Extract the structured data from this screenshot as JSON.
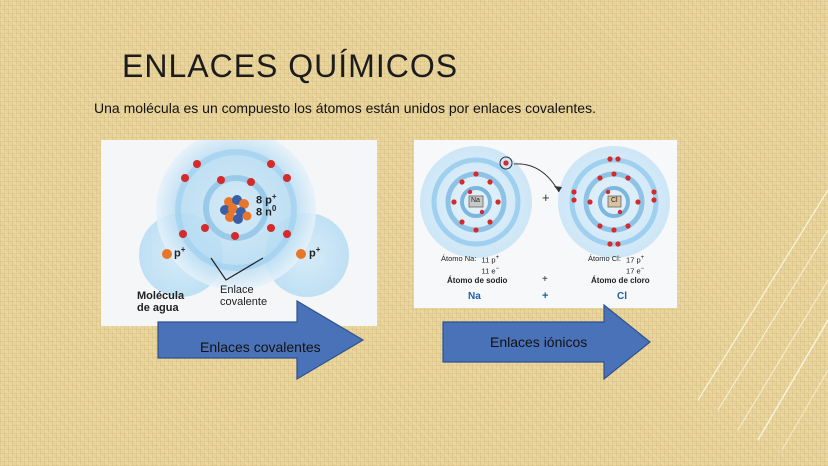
{
  "slide": {
    "title": "ENLACES QUÍMICOS",
    "subtitle": "Una molécula es un compuesto los átomos están unidos por enlaces covalentes."
  },
  "water_figure": {
    "oxygen_protons": "8 p",
    "oxygen_neutrons": "8 n",
    "proton_label": "p",
    "molecule_line1": "Molécula",
    "molecule_line2": "de agua",
    "bond_line1": "Enlace",
    "bond_line2": "covalente"
  },
  "ionic_figure": {
    "na_atom_label": "Átomo Na:",
    "na_protons": "11 p",
    "na_electrons": "11 e",
    "cl_atom_label": "Átomo Cl:",
    "cl_protons": "17 p",
    "cl_electrons": "17 e",
    "sodium_caption": "Átomo de sodio",
    "chlorine_caption": "Átomo de cloro",
    "plus": "+",
    "na_symbol": "Na",
    "cl_symbol": "Cl",
    "na_nucleus": "Na",
    "cl_nucleus": "Cl"
  },
  "arrows": {
    "covalent_label": "Enlaces covalentes",
    "ionic_label": "Enlaces iónicos"
  },
  "colors": {
    "arrow_fill": "#4a72b8",
    "arrow_stroke": "#2f528f",
    "electron": "#d42a2a",
    "shell": "#8ec3e6",
    "label_blue": "#1f5fa8"
  }
}
